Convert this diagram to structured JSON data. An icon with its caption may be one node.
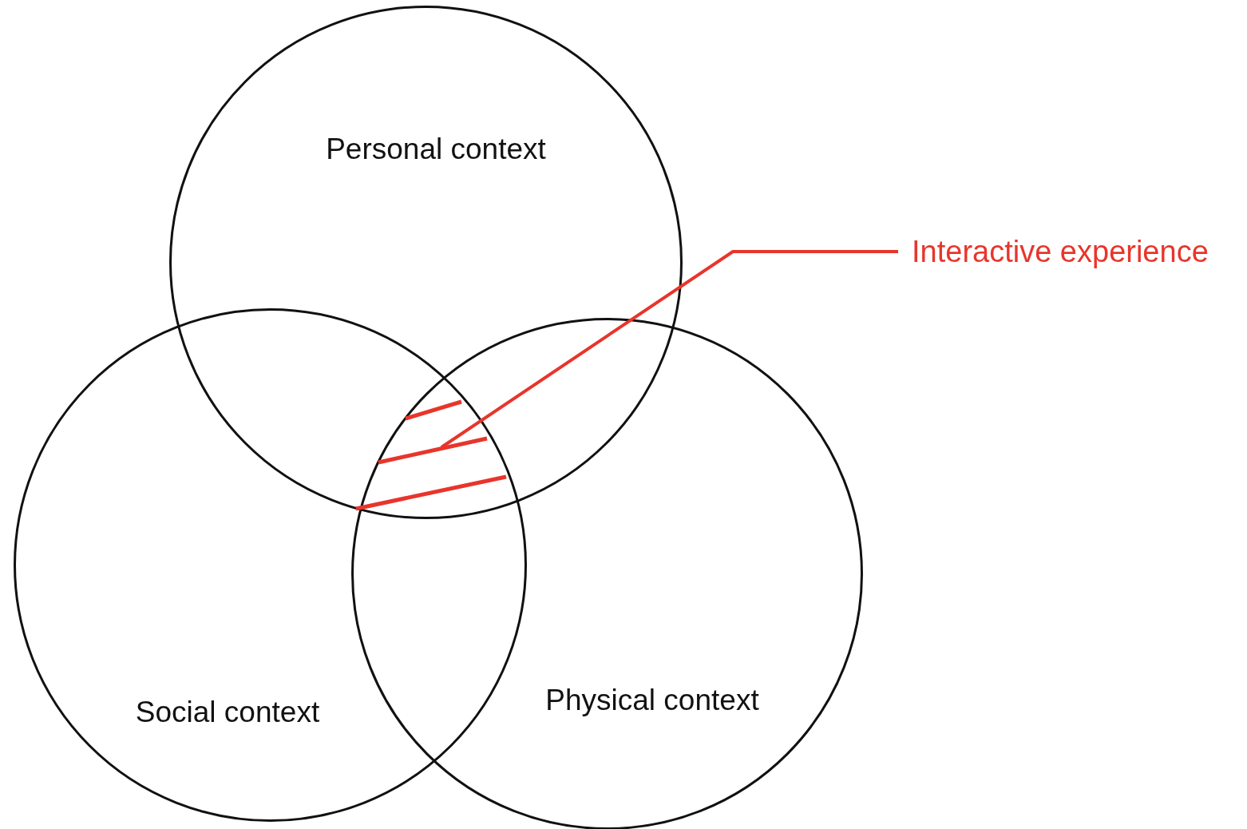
{
  "diagram": {
    "nodes": [
      {
        "text": [
          "Personal context"
        ]
      },
      {
        "text": [
          "Social context"
        ]
      },
      {
        "text": [
          "Physical context"
        ]
      },
      {
        "text": [
          "Interactive experience"
        ]
      },
      {
        "text": [],
        "shape": "hatch"
      }
    ],
    "edges": [
      {
        "from": 3,
        "to": 4,
        "arrow": "none",
        "color": "#e8352b"
      }
    ]
  }
}
